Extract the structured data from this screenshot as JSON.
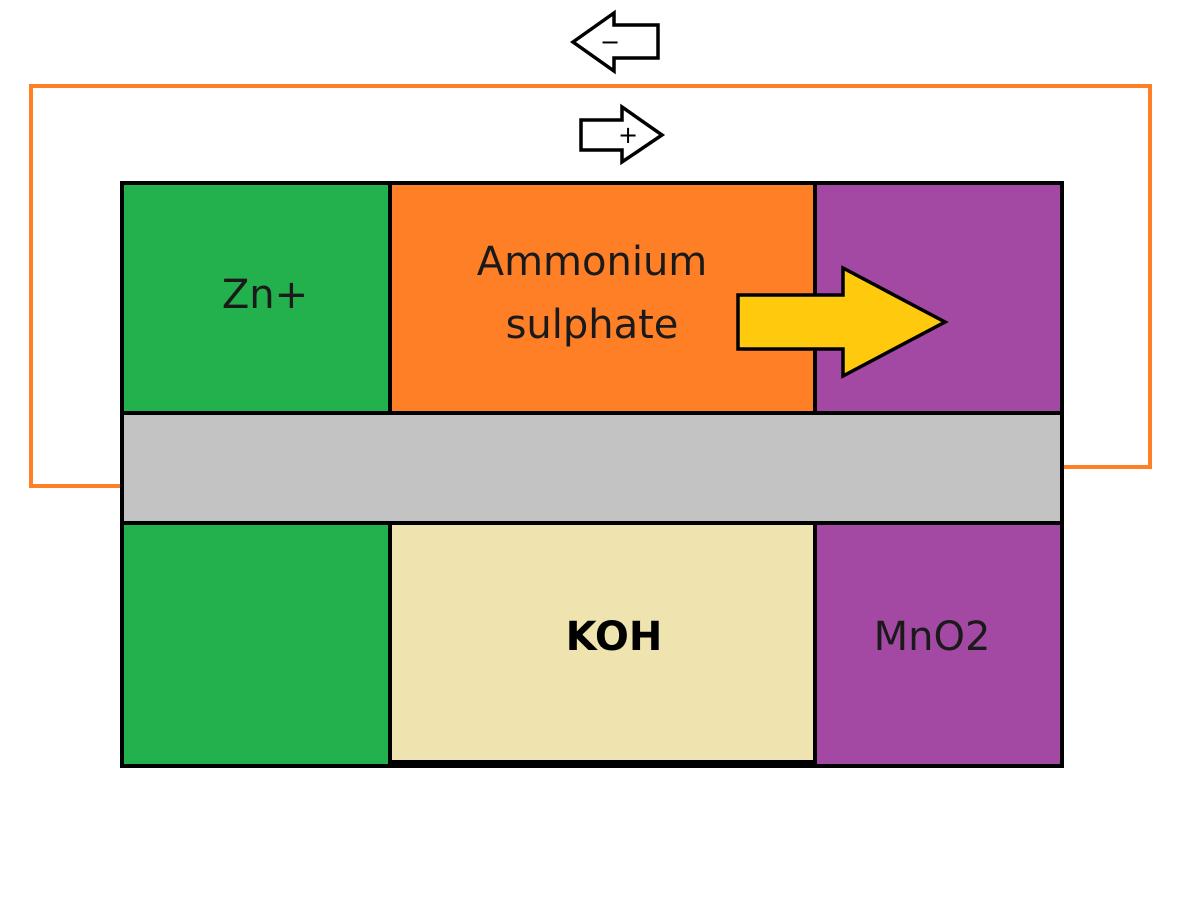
{
  "diagram": {
    "labels": {
      "zn": "Zn+",
      "ammonium_line1": "Ammonium",
      "ammonium_line2": "sulphate",
      "koh": "KOH",
      "mno2": "MnO2",
      "negative_sign": "−",
      "positive_sign": "+"
    },
    "colors": {
      "anode": "#22b14c",
      "electrolyte_top": "#ff7f27",
      "electrolyte_bottom": "#efe4b0",
      "cathode": "#a349a4",
      "separator": "#c3c3c3",
      "wire": "#ff7f27",
      "ion_arrow": "#ffc90e",
      "outline": "#000000"
    },
    "icons": {
      "negative_arrow": "left-arrow-icon",
      "positive_arrow": "right-arrow-icon",
      "ion_arrow": "right-arrow-icon"
    }
  }
}
